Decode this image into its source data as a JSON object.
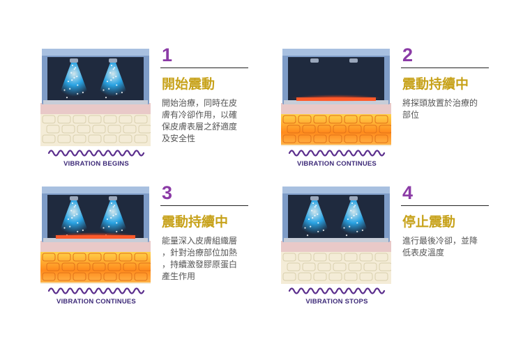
{
  "colors": {
    "number": "#8b3ba6",
    "title": "#c7a21a",
    "caption": "#3d2a78",
    "wave": "#5a2d8c",
    "heat": "#ff8a1c",
    "spray": "#2ab0f5"
  },
  "panels": [
    {
      "number": "1",
      "title": "開始震動",
      "description": "開始治療，同時在皮\n膚有冷卻作用，以確\n保皮膚表層之舒適度\n及安全性",
      "caption": "VIBRATION BEGINS",
      "icon": "cooling-spray-illustration"
    },
    {
      "number": "2",
      "title": "震動持續中",
      "description": "將探頭放置於治療的\n部位",
      "caption": "VIBRATION CONTINUES",
      "icon": "heating-plate-illustration"
    },
    {
      "number": "3",
      "title": "震動持續中",
      "description": "能量深入皮膚組織層\n，針對治療部位加熱\n，持續激發膠原蛋白\n產生作用",
      "caption": "VIBRATION CONTINUES",
      "icon": "heating-and-cooling-illustration"
    },
    {
      "number": "4",
      "title": "停止震動",
      "description": "進行最後冷卻，並降\n低表皮溫度",
      "caption": "VIBRATION STOPS",
      "icon": "final-cooling-illustration"
    }
  ]
}
